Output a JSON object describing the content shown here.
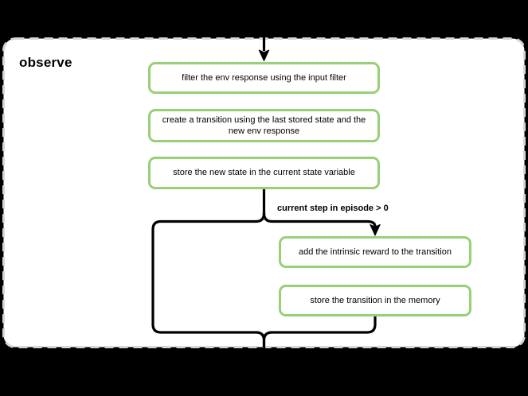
{
  "diagram": {
    "title": "observe",
    "nodes": [
      {
        "label": "filter the env response using the input filter"
      },
      {
        "label": "create a transition using the last stored state and the new env response"
      },
      {
        "label": "store the new state in the current state variable"
      },
      {
        "label": "add the intrinsic reward to the transition"
      },
      {
        "label": "store the transition in the memory"
      }
    ],
    "branch": {
      "condition_label": "current step in episode > 0"
    },
    "colors": {
      "background": "#000000",
      "frame_fill": "#ffffff",
      "frame_border": "#d6d6d6",
      "node_border": "#97d077",
      "node_fill": "#ffffff",
      "edge": "#000000",
      "text": "#000000"
    }
  }
}
